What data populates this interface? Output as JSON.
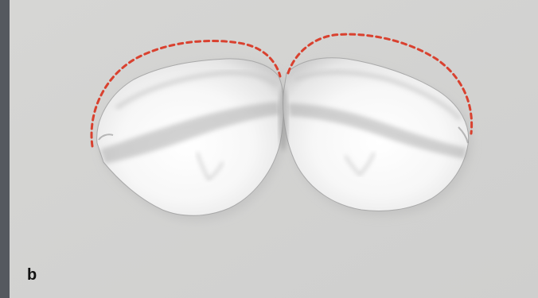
{
  "figure": {
    "panel_label": "b",
    "colors": {
      "frame": "#55595f",
      "background": "#d3d3d3",
      "outline_trace": "#d9412f",
      "tooth_highlight": "#ffffff",
      "tooth_shadow": "#b8b8b8"
    },
    "elements": {
      "left_tooth": "left-tooth-model",
      "right_tooth": "right-tooth-model",
      "left_outline": "left-dashed-outline",
      "right_outline": "right-dashed-outline"
    }
  }
}
